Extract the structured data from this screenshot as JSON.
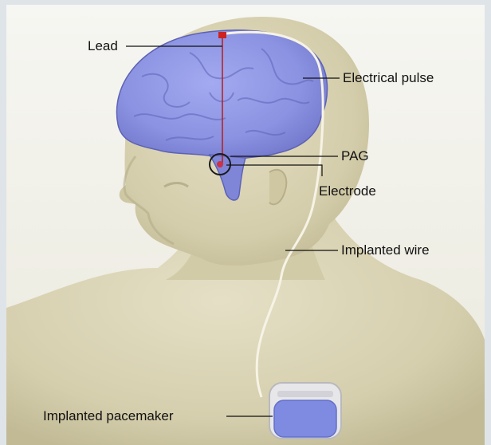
{
  "labels": {
    "lead": "Lead",
    "electrical_pulse": "Electrical pulse",
    "pag": "PAG",
    "electrode": "Electrode",
    "implanted_wire": "Implanted wire",
    "implanted_pacemaker": "Implanted pacemaker"
  },
  "colors": {
    "background": "#dfe4e8",
    "skin": "#d8d2b2",
    "brain": "#8f98e6",
    "brain_shadow": "#6a6fc8",
    "lead_marker": "#cc2222",
    "wire": "#f6f3e6",
    "pacemaker_body": "#7f8be0",
    "pacemaker_shell": "#e7e7e9"
  }
}
